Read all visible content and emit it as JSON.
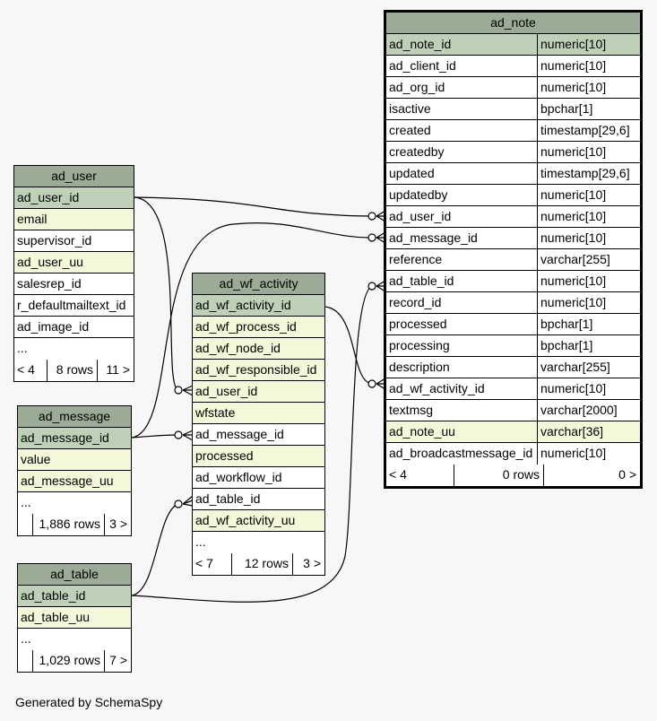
{
  "diagram": {
    "generator_text": "Generated by SchemaSpy",
    "colors": {
      "background": "#f7f7f7",
      "title_bg": "#9bab96",
      "primary_key_bg": "#bed1b8",
      "indexed_bg": "#f4f7da",
      "plain_bg": "#ffffff",
      "line": "#000000"
    },
    "tables": {
      "ad_note": {
        "name": "ad_note",
        "columns": [
          {
            "name": "ad_note_id",
            "type": "numeric[10]",
            "key": "pk"
          },
          {
            "name": "ad_client_id",
            "type": "numeric[10]",
            "key": ""
          },
          {
            "name": "ad_org_id",
            "type": "numeric[10]",
            "key": ""
          },
          {
            "name": "isactive",
            "type": "bpchar[1]",
            "key": ""
          },
          {
            "name": "created",
            "type": "timestamp[29,6]",
            "key": ""
          },
          {
            "name": "createdby",
            "type": "numeric[10]",
            "key": ""
          },
          {
            "name": "updated",
            "type": "timestamp[29,6]",
            "key": ""
          },
          {
            "name": "updatedby",
            "type": "numeric[10]",
            "key": ""
          },
          {
            "name": "ad_user_id",
            "type": "numeric[10]",
            "key": ""
          },
          {
            "name": "ad_message_id",
            "type": "numeric[10]",
            "key": ""
          },
          {
            "name": "reference",
            "type": "varchar[255]",
            "key": ""
          },
          {
            "name": "ad_table_id",
            "type": "numeric[10]",
            "key": ""
          },
          {
            "name": "record_id",
            "type": "numeric[10]",
            "key": ""
          },
          {
            "name": "processed",
            "type": "bpchar[1]",
            "key": ""
          },
          {
            "name": "processing",
            "type": "bpchar[1]",
            "key": ""
          },
          {
            "name": "description",
            "type": "varchar[255]",
            "key": ""
          },
          {
            "name": "ad_wf_activity_id",
            "type": "numeric[10]",
            "key": ""
          },
          {
            "name": "textmsg",
            "type": "varchar[2000]",
            "key": ""
          },
          {
            "name": "ad_note_uu",
            "type": "varchar[36]",
            "key": "idx"
          },
          {
            "name": "ad_broadcastmessage_id",
            "type": "numeric[10]",
            "key": ""
          }
        ],
        "footer": {
          "parents": "< 4",
          "rows": "0 rows",
          "children": "0 >"
        }
      },
      "ad_user": {
        "name": "ad_user",
        "columns": [
          {
            "name": "ad_user_id",
            "key": "pk"
          },
          {
            "name": "email",
            "key": "idx"
          },
          {
            "name": "supervisor_id",
            "key": ""
          },
          {
            "name": "ad_user_uu",
            "key": "idx"
          },
          {
            "name": "salesrep_id",
            "key": ""
          },
          {
            "name": "r_defaultmailtext_id",
            "key": ""
          },
          {
            "name": "ad_image_id",
            "key": ""
          },
          {
            "name": "...",
            "key": ""
          }
        ],
        "footer": {
          "parents": "< 4",
          "rows": "8 rows",
          "children": "11 >"
        }
      },
      "ad_message": {
        "name": "ad_message",
        "columns": [
          {
            "name": "ad_message_id",
            "key": "pk"
          },
          {
            "name": "value",
            "key": "idx"
          },
          {
            "name": "ad_message_uu",
            "key": "idx"
          },
          {
            "name": "...",
            "key": ""
          }
        ],
        "footer": {
          "parents": "",
          "rows": "1,886 rows",
          "children": "3 >"
        }
      },
      "ad_table": {
        "name": "ad_table",
        "columns": [
          {
            "name": "ad_table_id",
            "key": "pk"
          },
          {
            "name": "ad_table_uu",
            "key": "idx"
          },
          {
            "name": "...",
            "key": ""
          }
        ],
        "footer": {
          "parents": "",
          "rows": "1,029 rows",
          "children": "7 >"
        }
      },
      "ad_wf_activity": {
        "name": "ad_wf_activity",
        "columns": [
          {
            "name": "ad_wf_activity_id",
            "key": "pk"
          },
          {
            "name": "ad_wf_process_id",
            "key": "idx"
          },
          {
            "name": "ad_wf_node_id",
            "key": "idx"
          },
          {
            "name": "ad_wf_responsible_id",
            "key": "idx"
          },
          {
            "name": "ad_user_id",
            "key": "idx"
          },
          {
            "name": "wfstate",
            "key": "idx"
          },
          {
            "name": "ad_message_id",
            "key": ""
          },
          {
            "name": "processed",
            "key": "idx"
          },
          {
            "name": "ad_workflow_id",
            "key": ""
          },
          {
            "name": "ad_table_id",
            "key": ""
          },
          {
            "name": "ad_wf_activity_uu",
            "key": "idx"
          },
          {
            "name": "...",
            "key": ""
          }
        ],
        "footer": {
          "parents": "< 7",
          "rows": "12 rows",
          "children": "3 >"
        }
      }
    }
  }
}
